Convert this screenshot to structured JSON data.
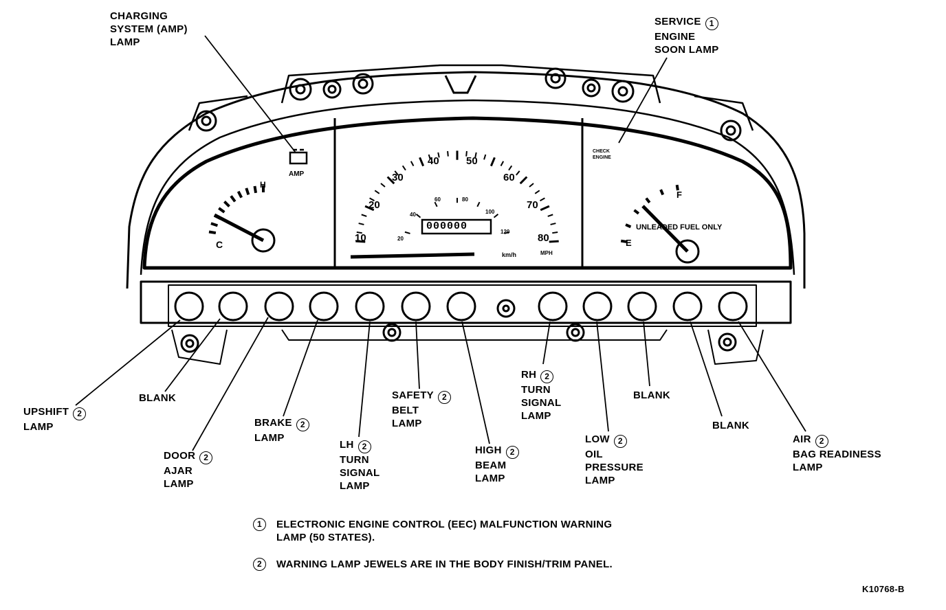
{
  "labels": {
    "charging": [
      "CHARGING",
      "SYSTEM (AMP)",
      "LAMP"
    ],
    "service": [
      "SERVICE",
      "ENGINE",
      "SOON LAMP"
    ],
    "service_mark": "1",
    "upshift": [
      "UPSHIFT",
      "LAMP"
    ],
    "upshift_mark": "2",
    "blank1": "BLANK",
    "door": [
      "DOOR",
      "AJAR",
      "LAMP"
    ],
    "door_mark": "2",
    "brake": [
      "BRAKE",
      "LAMP"
    ],
    "brake_mark": "2",
    "lh": [
      "LH",
      "TURN",
      "SIGNAL",
      "LAMP"
    ],
    "lh_mark": "2",
    "safety": [
      "SAFETY",
      "BELT",
      "LAMP"
    ],
    "safety_mark": "2",
    "high": [
      "HIGH",
      "BEAM",
      "LAMP"
    ],
    "high_mark": "2",
    "rh": [
      "RH",
      "TURN",
      "SIGNAL",
      "LAMP"
    ],
    "rh_mark": "2",
    "blank2": "BLANK",
    "low": [
      "LOW",
      "OIL",
      "PRESSURE",
      "LAMP"
    ],
    "low_mark": "2",
    "blank3": "BLANK",
    "air": [
      "AIR",
      "BAG READINESS",
      "LAMP"
    ],
    "air_mark": "2"
  },
  "cluster": {
    "amp": "AMP",
    "check_engine": [
      "CHECK",
      "ENGINE"
    ],
    "mph_ticks": [
      "10",
      "20",
      "30",
      "40",
      "50",
      "60",
      "70",
      "80"
    ],
    "kmh_ticks": [
      "20",
      "40",
      "60",
      "80",
      "100",
      "120"
    ],
    "odometer": "000000",
    "kmh_unit": "km/h",
    "mph_unit": "MPH",
    "fuel_text": "UNLEADED FUEL ONLY",
    "fuel_f": "F",
    "fuel_e": "E",
    "temp_c": "C",
    "temp_h": "H"
  },
  "footnotes": [
    {
      "mark": "1",
      "text": "ELECTRONIC ENGINE CONTROL (EEC) MALFUNCTION WARNING LAMP (50 STATES)."
    },
    {
      "mark": "2",
      "text": "WARNING LAMP JEWELS ARE IN THE BODY FINISH/TRIM PANEL."
    }
  ],
  "figure_id": "K10768-B"
}
